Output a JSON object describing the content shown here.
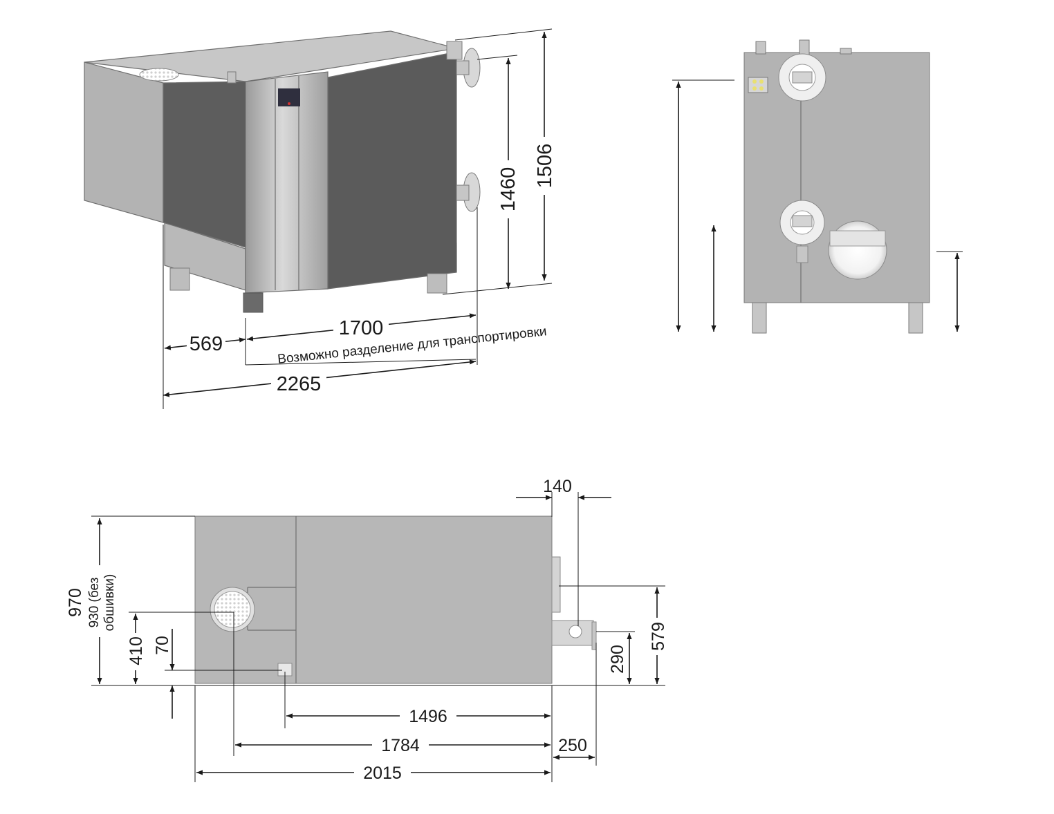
{
  "colors": {
    "panel_light": "#b7b7b7",
    "panel_mid": "#a4a4a4",
    "panel_dark": "#5f5f5f",
    "steel": "#c6c6c6",
    "outline": "#6f6f6f",
    "dimension_line": "#1a1a1a",
    "background": "#ffffff"
  },
  "icons": {
    "flange": "flange-icon",
    "burner_opening": "round-opening-icon",
    "control_panel": "control-panel-icon",
    "support_leg": "support-leg-icon"
  },
  "iso_view": {
    "height_total": "1506",
    "height_flange": "1460",
    "width_front": "569",
    "width_section": "1700",
    "width_total": "2265",
    "note_split": "Возможно разделение для   транспортировки"
  },
  "plan_view": {
    "width_top_offset": "140",
    "depth_total": "970",
    "depth_no_cladding": "930 (без обшивки)",
    "offset_410": "410",
    "offset_70": "70",
    "height_579": "579",
    "height_290": "290",
    "length_1496": "1496",
    "length_1784": "1784",
    "length_2015": "2015",
    "offset_250": "250"
  }
}
